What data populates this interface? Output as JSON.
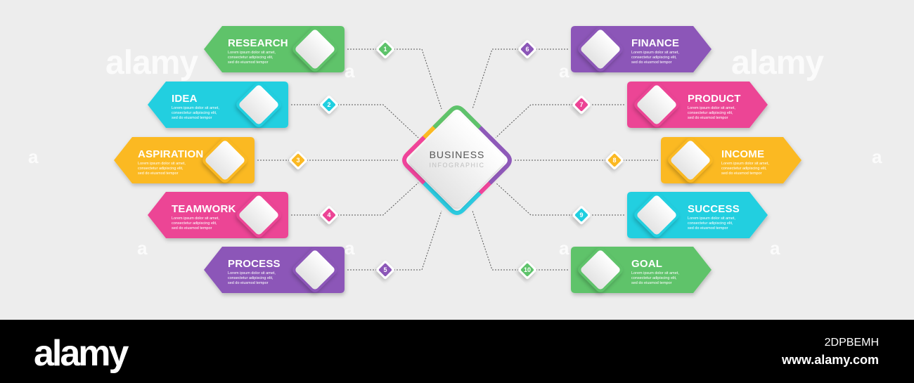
{
  "center": {
    "title": "BUSINESS",
    "subtitle": "INFOGRAPHIC",
    "colors": [
      "#8e59b9",
      "#f0449b",
      "#2bcbe0",
      "#fbba22",
      "#5ec36b"
    ]
  },
  "steps": [
    {
      "num": "1",
      "title": "RESEARCH",
      "desc": "Lorem ipsum dolor sit amet,\nconsectetur adipiscing elit,\nsed do eiusmod tempor",
      "color": "#5ec36b"
    },
    {
      "num": "2",
      "title": "IDEA",
      "desc": "Lorem ipsum dolor sit amet,\nconsectetur adipiscing elit,\nsed do eiusmod tempor",
      "color": "#20cfe0"
    },
    {
      "num": "3",
      "title": "ASPIRATION",
      "desc": "Lorem ipsum dolor sit amet,\nconsectetur adipiscing elit,\nsed do eiusmod tempor",
      "color": "#fbb923"
    },
    {
      "num": "4",
      "title": "TEAMWORK",
      "desc": "Lorem ipsum dolor sit amet,\nconsectetur adipiscing elit,\nsed do eiusmod tempor",
      "color": "#ec4495"
    },
    {
      "num": "5",
      "title": "PROCESS",
      "desc": "Lorem ipsum dolor sit amet,\nconsectetur adipiscing elit,\nsed do eiusmod tempor",
      "color": "#8c57b8"
    },
    {
      "num": "6",
      "title": "FINANCE",
      "desc": "Lorem ipsum dolor sit amet,\nconsectetur adipiscing elit,\nsed do eiusmod tempor",
      "color": "#8c57b8"
    },
    {
      "num": "7",
      "title": "PRODUCT",
      "desc": "Lorem ipsum dolor sit amet,\nconsectetur adipiscing elit,\nsed do eiusmod tempor",
      "color": "#ec4495"
    },
    {
      "num": "8",
      "title": "INCOME",
      "desc": "Lorem ipsum dolor sit amet,\nconsectetur adipiscing elit,\nsed do eiusmod tempor",
      "color": "#fbb923"
    },
    {
      "num": "9",
      "title": "SUCCESS",
      "desc": "Lorem ipsum dolor sit amet,\nconsectetur adipiscing elit,\nsed do eiusmod tempor",
      "color": "#20cfe0"
    },
    {
      "num": "10",
      "title": "GOAL",
      "desc": "Lorem ipsum dolor sit amet,\nconsectetur adipiscing elit,\nsed do eiusmod tempor",
      "color": "#5ec36b"
    }
  ],
  "watermark": {
    "text": "alamy",
    "letter": "a"
  },
  "footer": {
    "logo": "alamy",
    "image_id": "2DPBEMH",
    "url": "www.alamy.com"
  }
}
